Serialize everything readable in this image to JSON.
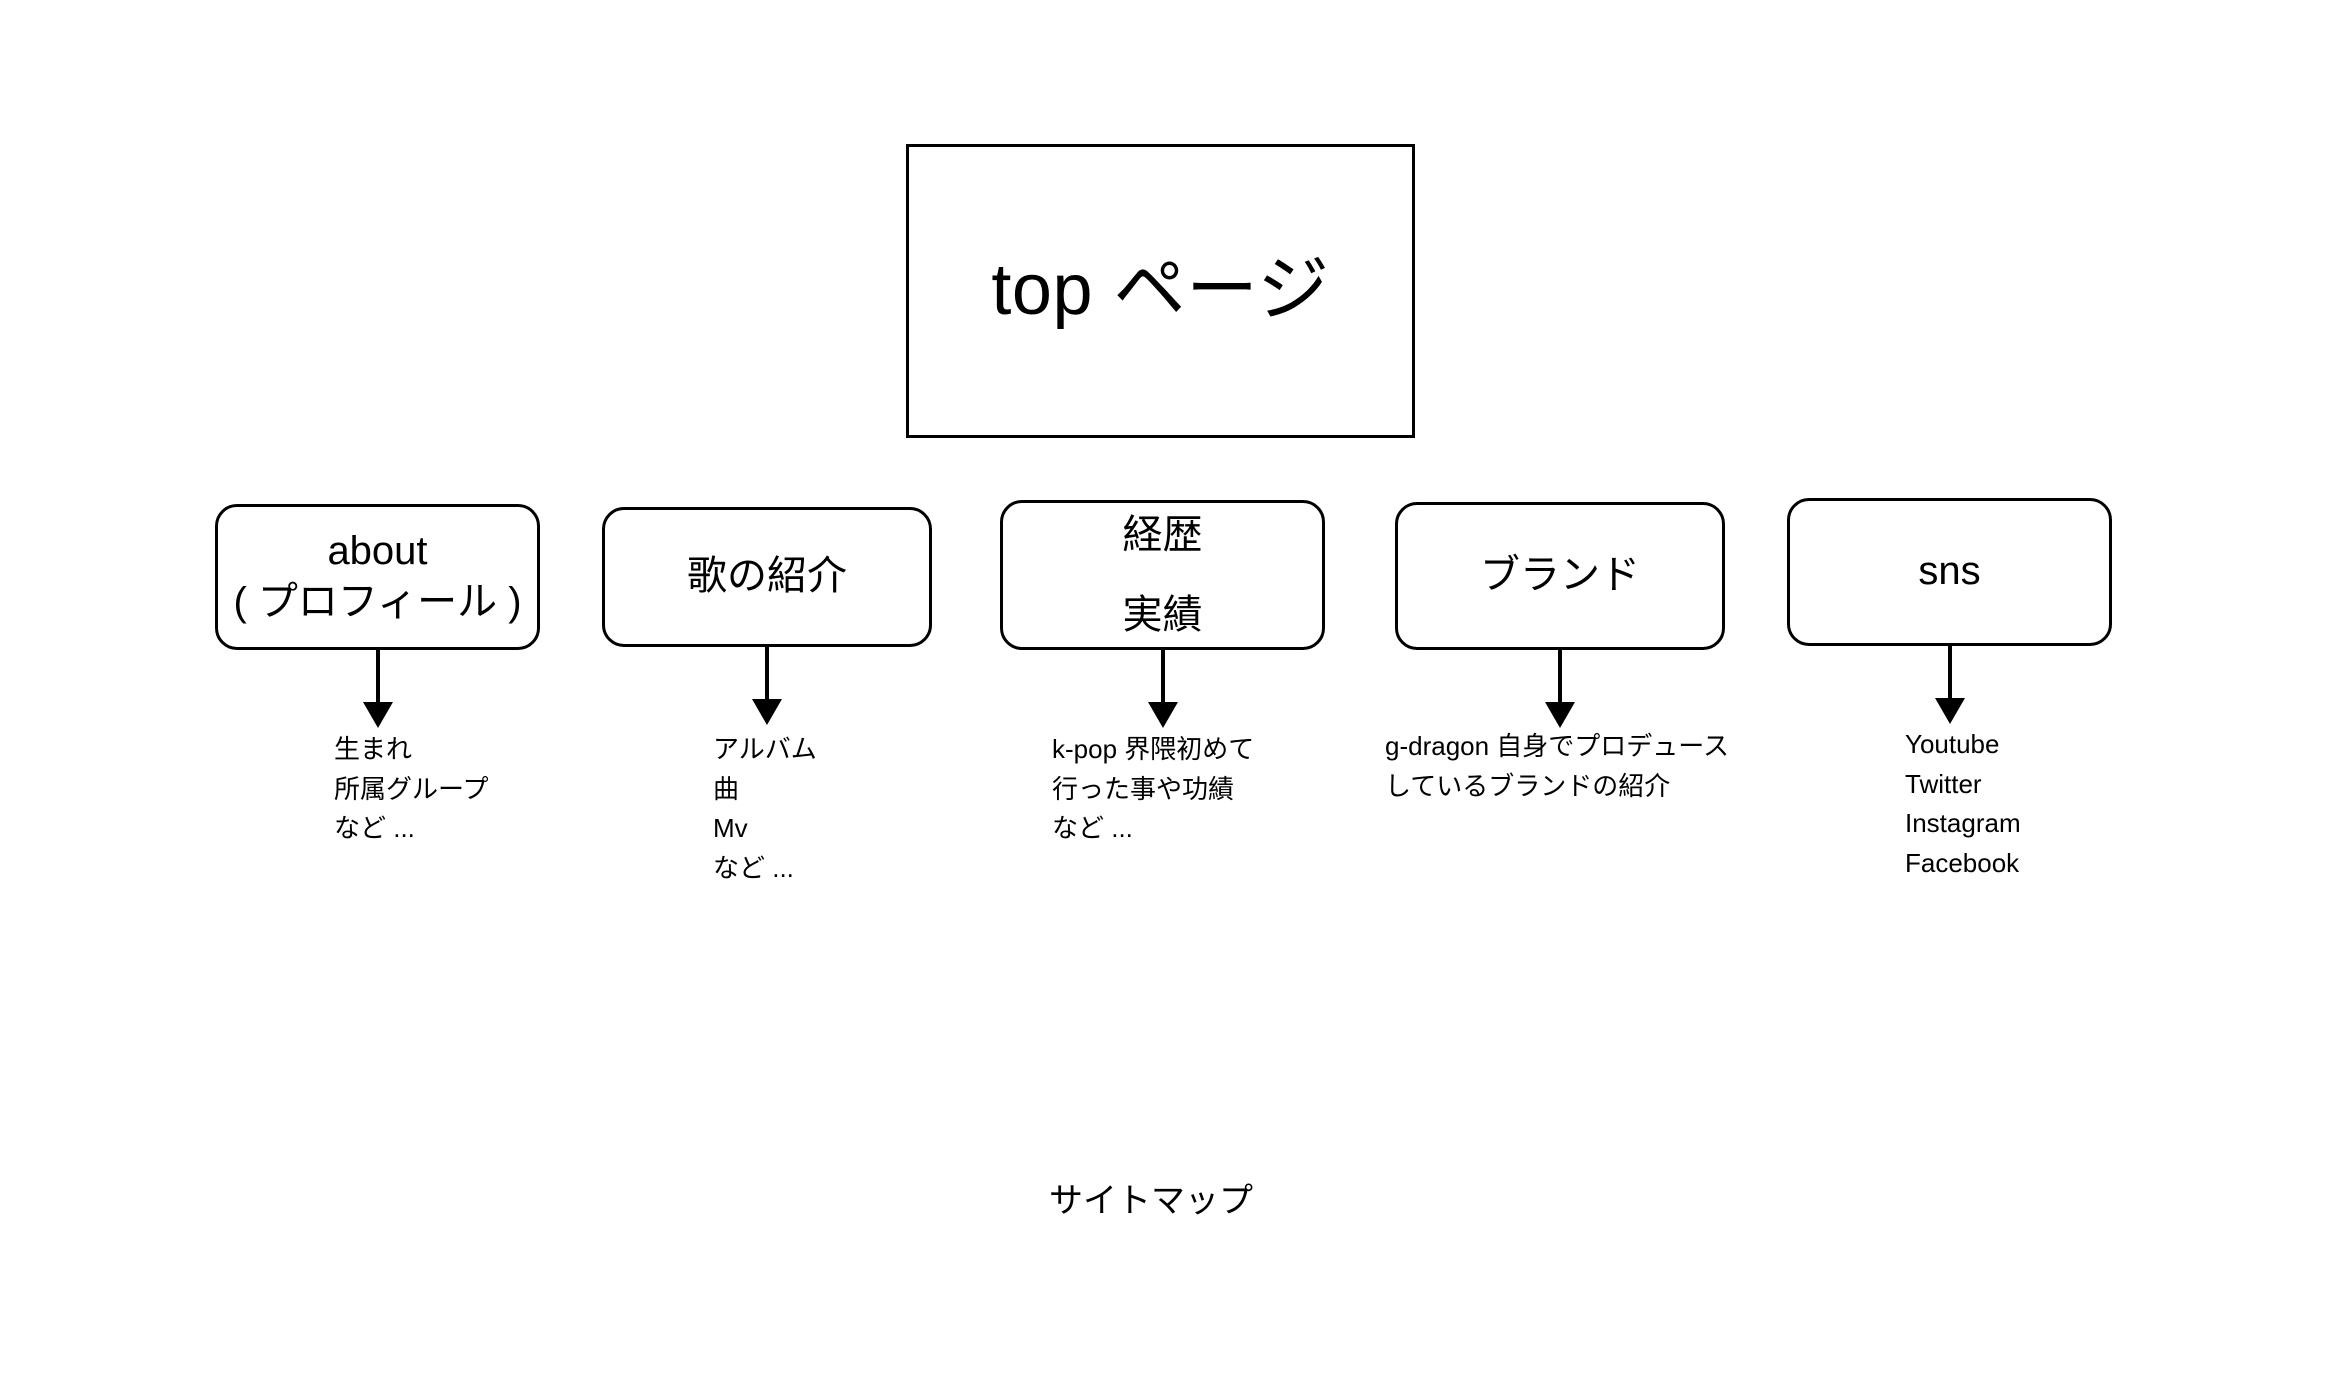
{
  "diagram": {
    "caption": "サイトマップ",
    "root": {
      "label": "top ページ"
    },
    "nodes": [
      {
        "label_line1": "about",
        "label_line2": "( プロフィール )",
        "details": [
          "生まれ",
          "所属グループ",
          "など ..."
        ]
      },
      {
        "label_line1": "歌の紹介",
        "label_line2": "",
        "details": [
          "アルバム",
          "曲",
          "Mv",
          "など ..."
        ]
      },
      {
        "label_line1": "経歴",
        "label_line2": "実績",
        "details": [
          "k-pop 界隈初めて",
          "行った事や功績",
          "など ..."
        ]
      },
      {
        "label_line1": "ブランド",
        "label_line2": "",
        "details": [
          "g-dragon 自身でプロデュース",
          "しているブランドの紹介"
        ]
      },
      {
        "label_line1": "sns",
        "label_line2": "",
        "details": [
          "Youtube",
          "Twitter",
          "Instagram",
          "Facebook"
        ]
      }
    ]
  },
  "colors": {
    "stroke": "#000000",
    "background": "#ffffff",
    "text": "#000000"
  }
}
